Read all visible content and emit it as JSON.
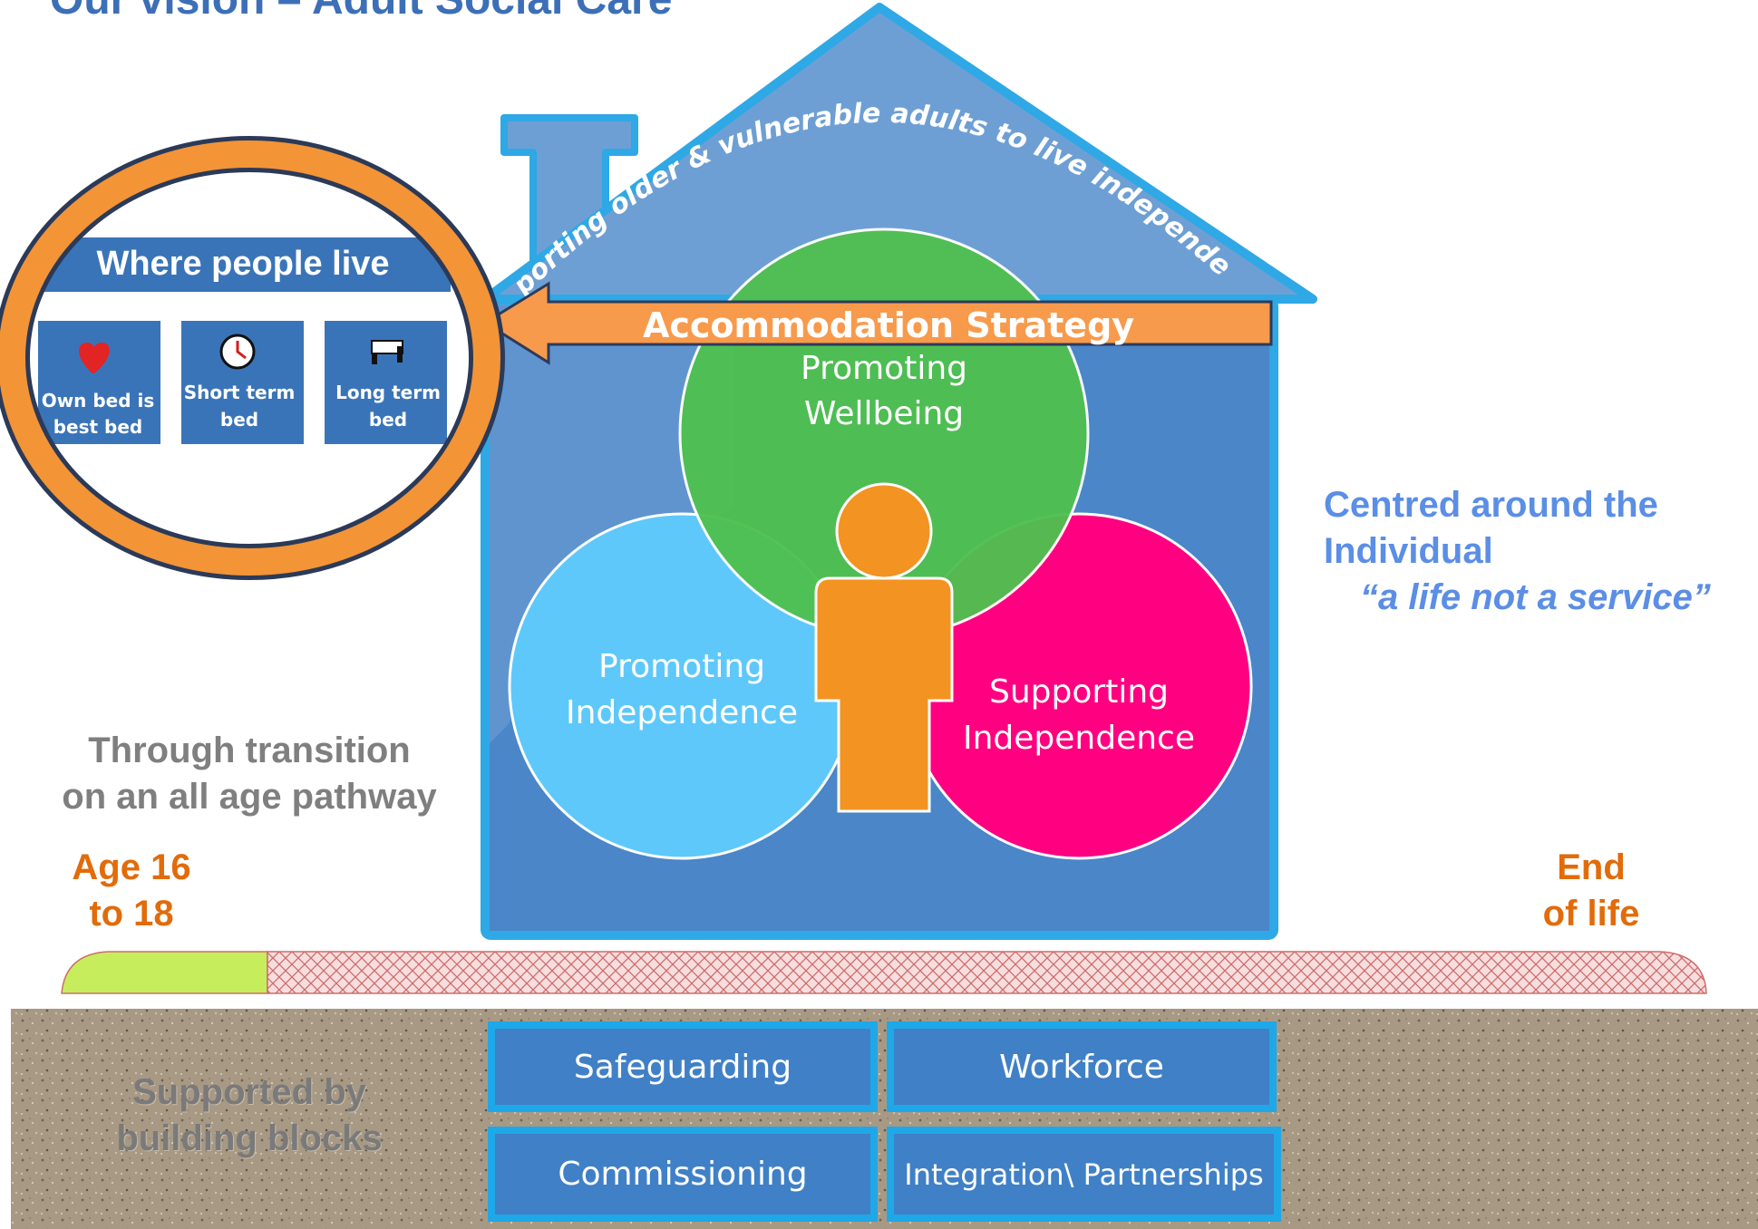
{
  "title": "Our vision – Adult Social Care",
  "roof_text": "Supporting older & vulnerable adults to live independently",
  "accommodation_strategy": "Accommodation Strategy",
  "where_people_live": {
    "heading": "Where people live",
    "tiles": [
      {
        "line1": "Own bed is",
        "line2": "best bed",
        "icon": "heart-icon"
      },
      {
        "line1": "Short term",
        "line2": "bed",
        "icon": "clock-icon"
      },
      {
        "line1": "Long term",
        "line2": "bed",
        "icon": "bed-icon"
      }
    ]
  },
  "circles": {
    "wellbeing": {
      "line1": "Promoting",
      "line2": "Wellbeing",
      "color": "#4fc04f"
    },
    "promoting_independence": {
      "line1": "Promoting",
      "line2": "Independence",
      "color": "#5ec8fa"
    },
    "supporting_independence": {
      "line1": "Supporting",
      "line2": "Independence",
      "color": "#ff0080"
    }
  },
  "centred": {
    "line1": "Centred around the",
    "line2": "Individual",
    "quote": "“a life not a service”"
  },
  "transition": {
    "line1": "Through transition",
    "line2": "on an all age pathway"
  },
  "age_start": {
    "line1": "Age 16",
    "line2": "to 18"
  },
  "age_end": {
    "line1": "End",
    "line2": "of life"
  },
  "building_blocks_label": {
    "line1": "Supported by",
    "line2": "building blocks"
  },
  "blocks": {
    "safeguarding": "Safeguarding",
    "workforce": "Workforce",
    "commissioning": "Commissioning",
    "integration": "Integration\\ Partnerships"
  },
  "colors": {
    "house": "#4a86c8",
    "roof": "#6e9fd4",
    "house_border": "#2fa8e6",
    "person": "#f39322",
    "arrow": "#f89a4b",
    "pathway_green": "#c6ee5c",
    "pathway_hatch": "#e88c8c",
    "ground": "#a99a88"
  }
}
